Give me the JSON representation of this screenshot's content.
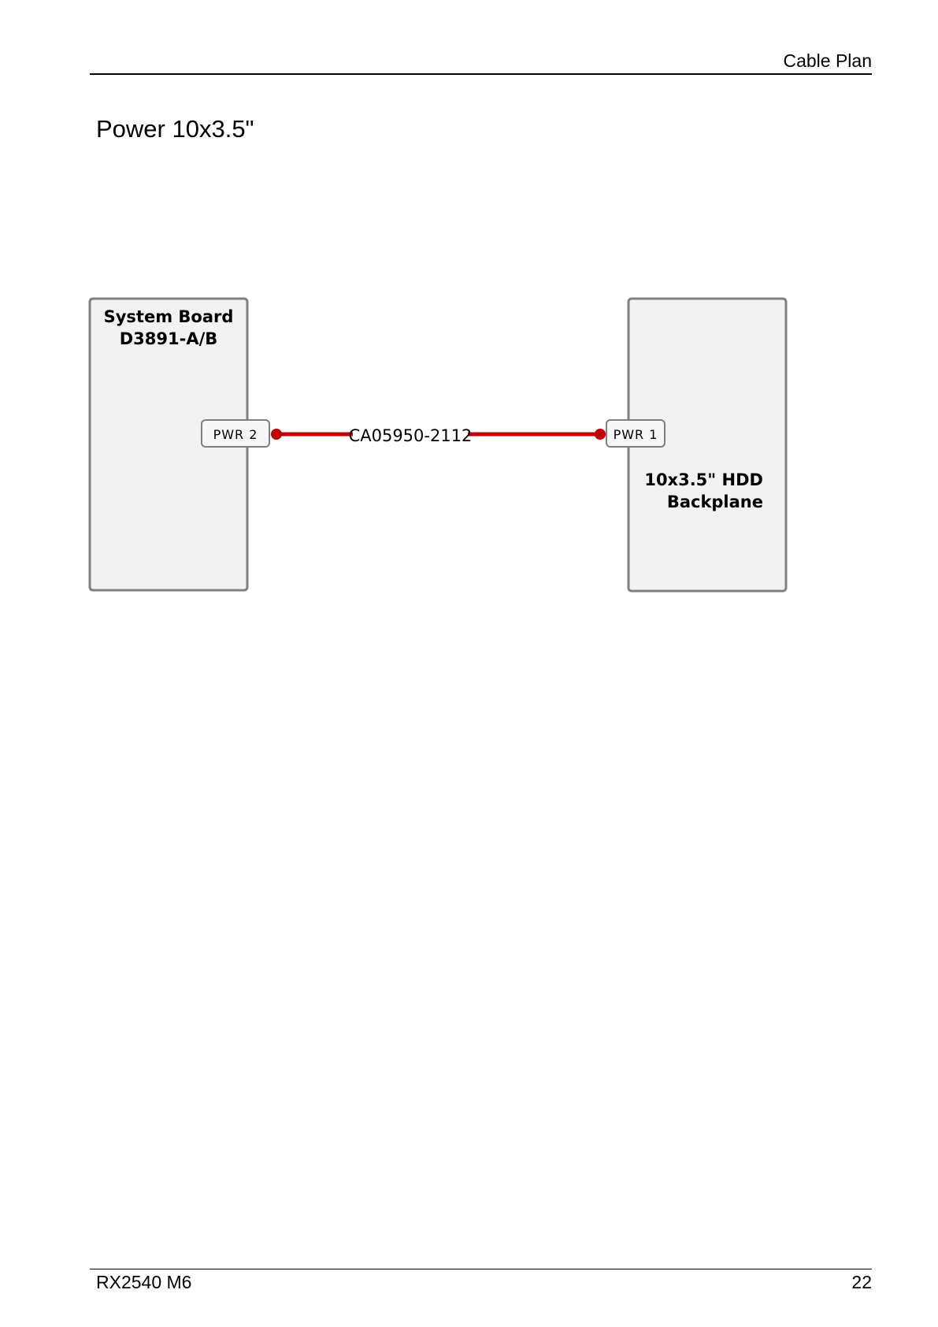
{
  "header": {
    "title": "Cable Plan"
  },
  "page": {
    "heading": "Power 10x3.5\""
  },
  "diagram": {
    "left_component": {
      "line1": "System Board",
      "line2": "D3891-A/B",
      "connector": "PWR 2"
    },
    "right_component": {
      "line1": "10x3.5\" HDD",
      "line2": "Backplane",
      "connector": "PWR 1"
    },
    "cable": {
      "label": "CA05950-2112",
      "color": "#c00000"
    },
    "colors": {
      "box_fill": "#f2f2f2",
      "box_stroke": "#7f7f7f"
    }
  },
  "footer": {
    "model": "RX2540 M6",
    "page_number": "22"
  }
}
